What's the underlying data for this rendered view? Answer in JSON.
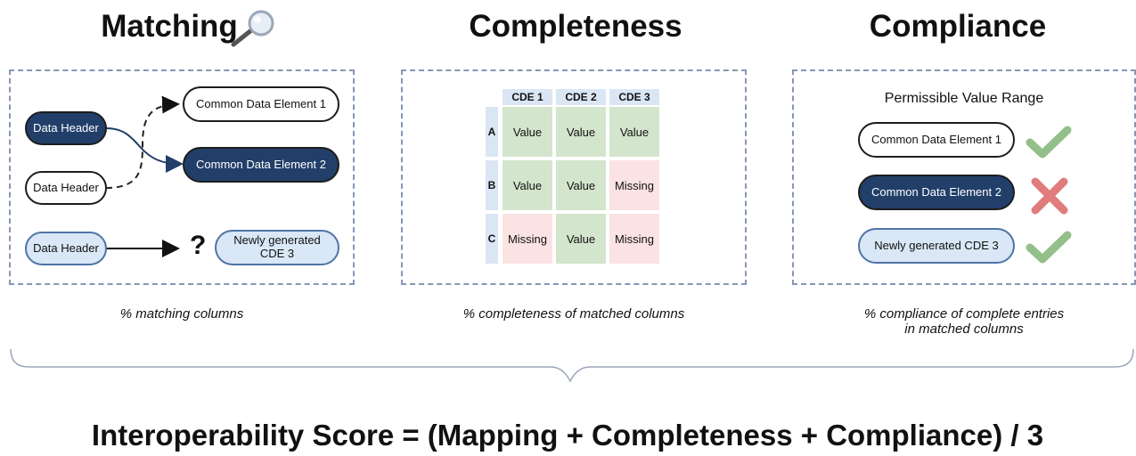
{
  "titles": {
    "matching": "Matching",
    "completeness": "Completeness",
    "compliance": "Compliance"
  },
  "matching": {
    "header_1": "Data Header",
    "header_2": "Data Header",
    "header_3": "Data Header",
    "cde_1": "Common Data Element 1",
    "cde_2": "Common Data Element 2",
    "question": "?",
    "new_cde": "Newly generated CDE 3",
    "caption": "% matching columns"
  },
  "completeness": {
    "columns": [
      "CDE 1",
      "CDE 2",
      "CDE 3"
    ],
    "rows": [
      {
        "label": "A",
        "cells": [
          "Value",
          "Value",
          "Value"
        ]
      },
      {
        "label": "B",
        "cells": [
          "Value",
          "Value",
          "Missing"
        ]
      },
      {
        "label": "C",
        "cells": [
          "Missing",
          "Value",
          "Missing"
        ]
      }
    ],
    "caption": "% completeness of matched columns"
  },
  "compliance": {
    "subtitle": "Permissible Value Range",
    "items": [
      {
        "label": "Common Data Element 1",
        "status": "check-icon"
      },
      {
        "label": "Common Data Element 2",
        "status": "cross-icon"
      },
      {
        "label": "Newly generated CDE 3",
        "status": "check-icon"
      }
    ],
    "caption_line1": "%  compliance of complete entries",
    "caption_line2": "in matched columns"
  },
  "formula": "Interoperability Score = (Mapping + Completeness + Compliance) / 3",
  "colors": {
    "dark_navy": "#223f6a",
    "light_blue": "#d9e7f6",
    "value_green": "#d3e5cc",
    "missing_pink": "#fbe3e3",
    "check_green": "#93c08a",
    "cross_red": "#e07c7c",
    "dashed_border": "#8597b6"
  }
}
